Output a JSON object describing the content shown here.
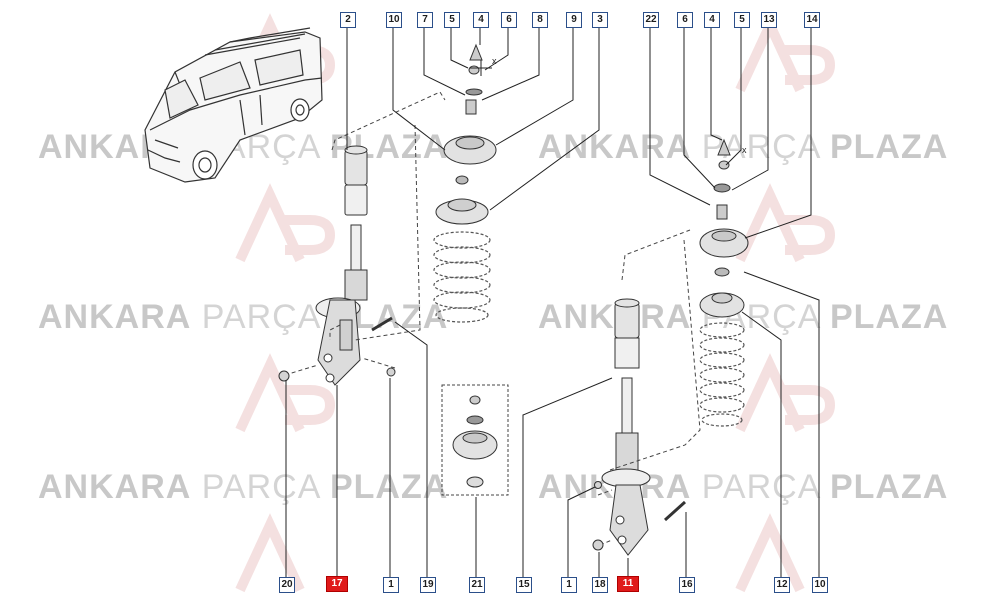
{
  "watermark": {
    "word_bold_1": "ANKARA",
    "word_light": "PARÇA",
    "word_bold_2": "PLAZA",
    "logo_letters": "AP"
  },
  "callouts": {
    "top_left": [
      "2",
      "10",
      "7",
      "5",
      "4",
      "6",
      "8",
      "9",
      "3"
    ],
    "top_right": [
      "22",
      "6",
      "4",
      "5",
      "13",
      "14"
    ],
    "bottom_left": [
      "20",
      "17",
      "1",
      "19",
      "21"
    ],
    "bottom_right": [
      "15",
      "1",
      "18",
      "11",
      "16",
      "12",
      "10"
    ]
  },
  "highlighted_parts": [
    "17",
    "11"
  ],
  "axis_marks": {
    "x": "x"
  },
  "colors": {
    "callout_border": "#2b4f8a",
    "highlight": "#e01a1a",
    "line": "#222222"
  }
}
